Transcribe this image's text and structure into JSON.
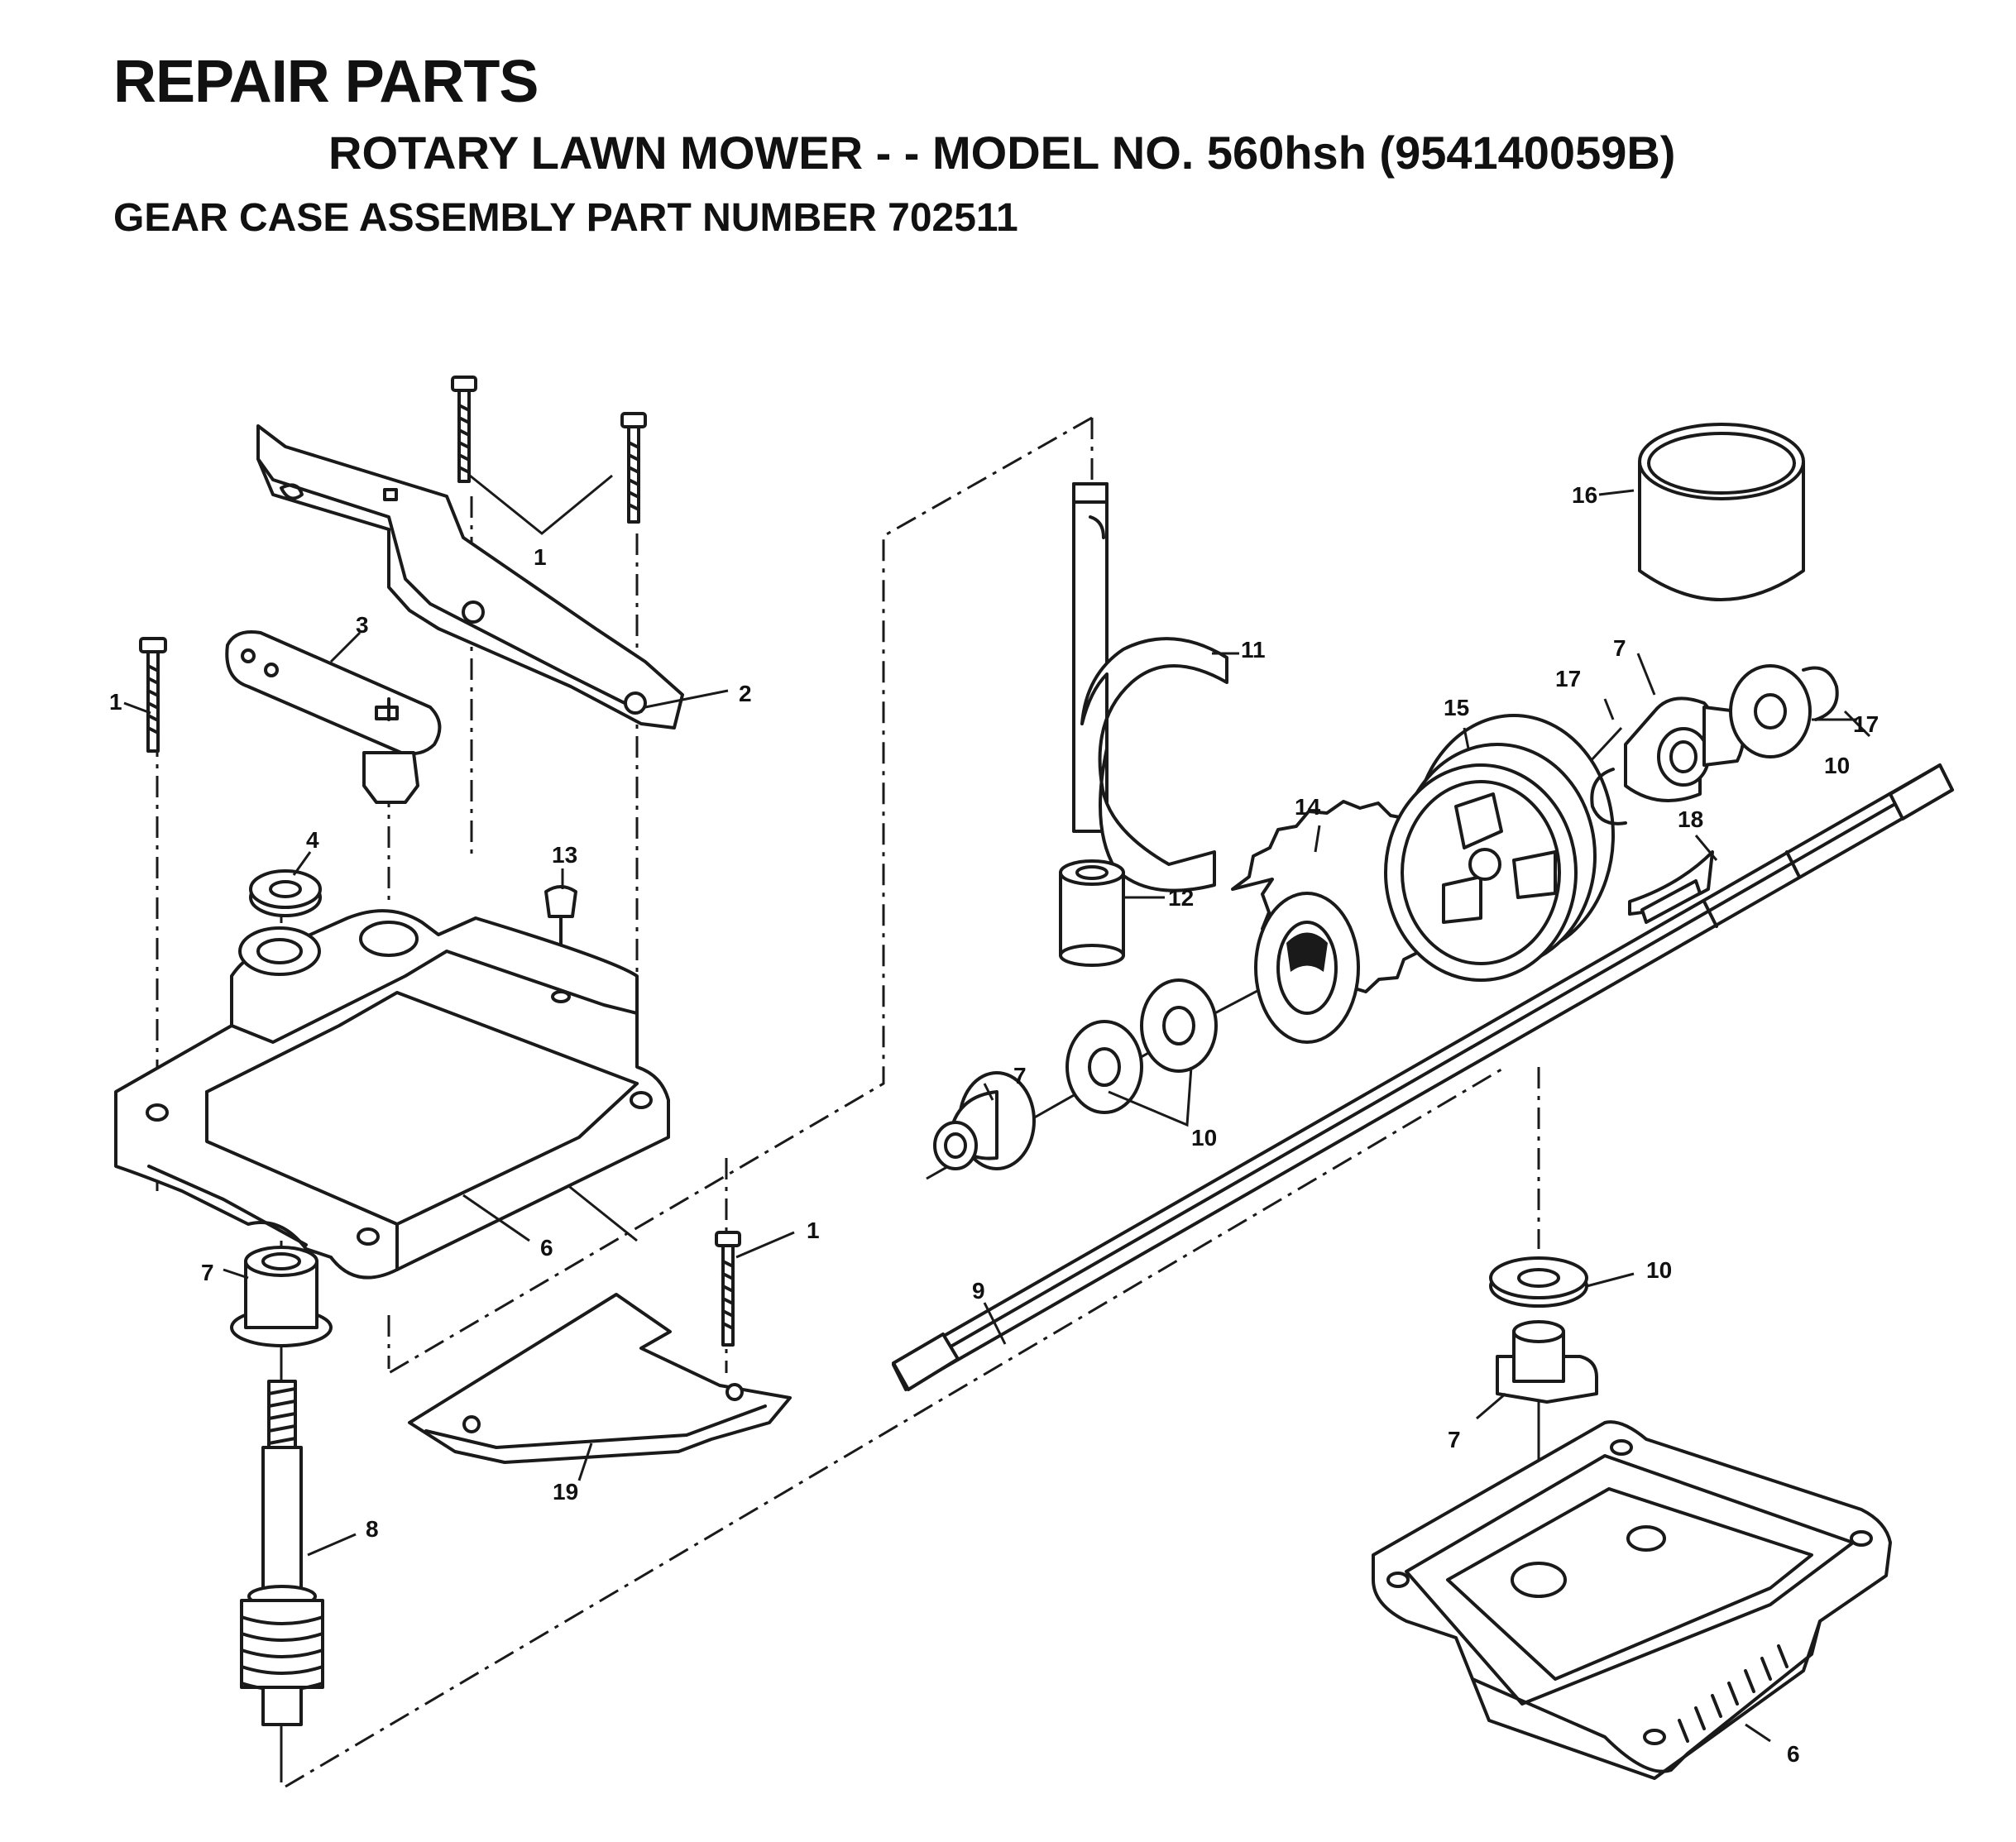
{
  "header": {
    "title": "REPAIR PARTS",
    "subtitle": "ROTARY LAWN MOWER - - MODEL NO. 560hsh (954140059B)",
    "assembly": "GEAR CASE ASSEMBLY PART NUMBER 702511"
  },
  "callouts": {
    "c1_top": "1",
    "c1_left": "1",
    "c1_bottom": "1",
    "c2": "2",
    "c3": "3",
    "c4": "4",
    "c6_case": "6",
    "c6_lower": "6",
    "c7_left": "7",
    "c7_mid": "7",
    "c7_top": "7",
    "c7_lower": "7",
    "c8": "8",
    "c9": "9",
    "c10_mid": "10",
    "c10_top": "10",
    "c10_lower": "10",
    "c11": "11",
    "c12": "12",
    "c13": "13",
    "c14": "14",
    "c15": "15",
    "c16": "16",
    "c17_left": "17",
    "c17_right": "17",
    "c18": "18",
    "c19": "19"
  }
}
